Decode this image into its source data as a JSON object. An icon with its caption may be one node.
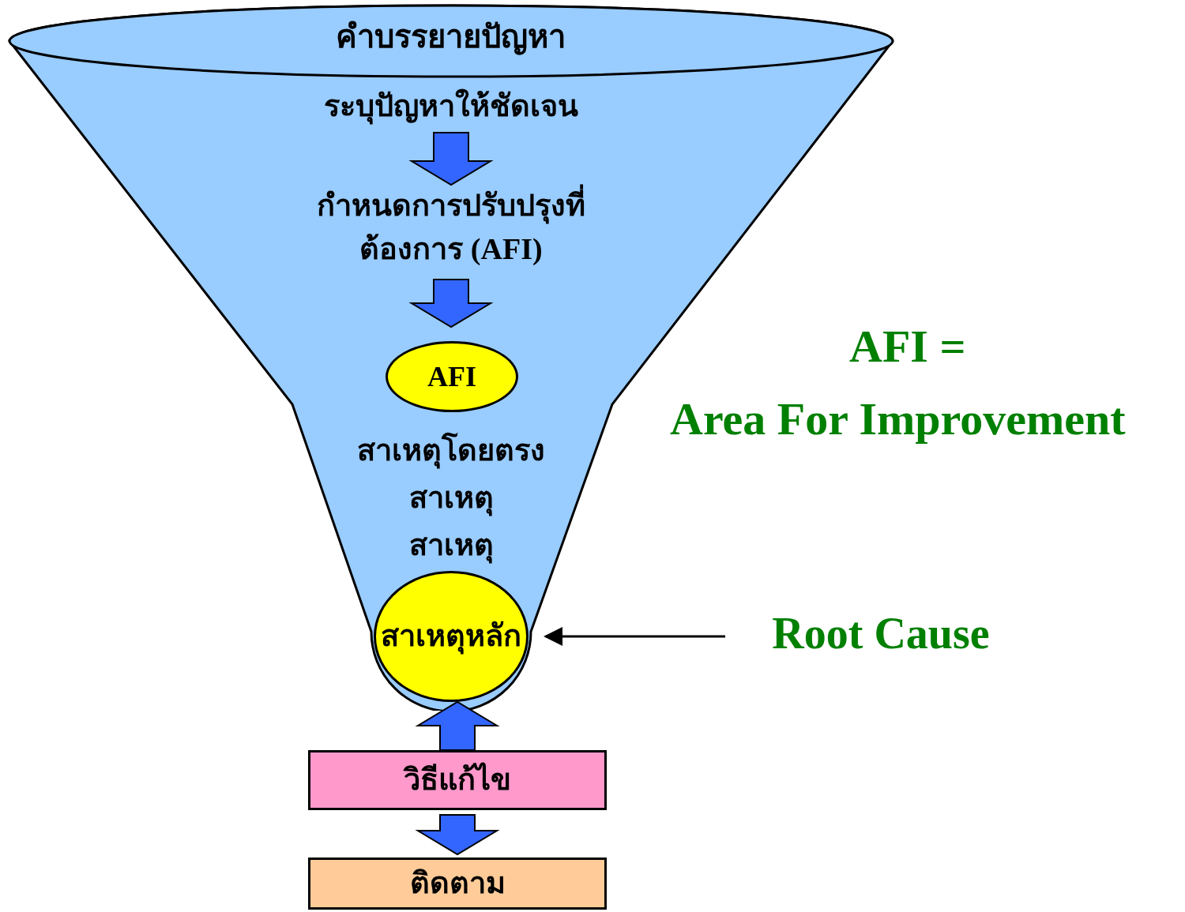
{
  "diagram": {
    "nodes": [
      {
        "text": [
          "คำบรรยายปัญหา"
        ]
      },
      {
        "text": [
          "ระบุปัญหาให้ชัดเจน"
        ],
        "in": 0
      },
      {
        "text": [
          "กำหนดการปรับปรุงที่ต้องการ (AFI)"
        ],
        "in": 0
      },
      {
        "text": [
          "AFI"
        ],
        "in": 0
      },
      {
        "text": [
          "สาเหตุโดยตรง"
        ],
        "in": 0
      },
      {
        "text": [
          "สาเหตุ"
        ],
        "in": 0
      },
      {
        "text": [
          "สาเหตุ"
        ],
        "in": 0
      },
      {
        "text": [
          "สาเหตุหลัก"
        ],
        "in": 0
      },
      {
        "text": [
          "วิธีแก้ไข"
        ]
      },
      {
        "text": [
          "ติดตาม"
        ]
      },
      {
        "text": [
          "Root Cause"
        ]
      }
    ],
    "edges": [
      {
        "from": 1,
        "to": 2,
        "arrow": "to",
        "style": "thick"
      },
      {
        "from": 2,
        "to": 3,
        "arrow": "to",
        "style": "thick"
      },
      {
        "from": 8,
        "to": 7,
        "arrow": "to",
        "style": "thick"
      },
      {
        "from": 8,
        "to": 9,
        "arrow": "to",
        "style": "thick"
      },
      {
        "from": 10,
        "to": 7,
        "arrow": "to",
        "color": "#000000"
      }
    ],
    "labels": [
      "AFI =",
      "Area For Improvement"
    ]
  }
}
